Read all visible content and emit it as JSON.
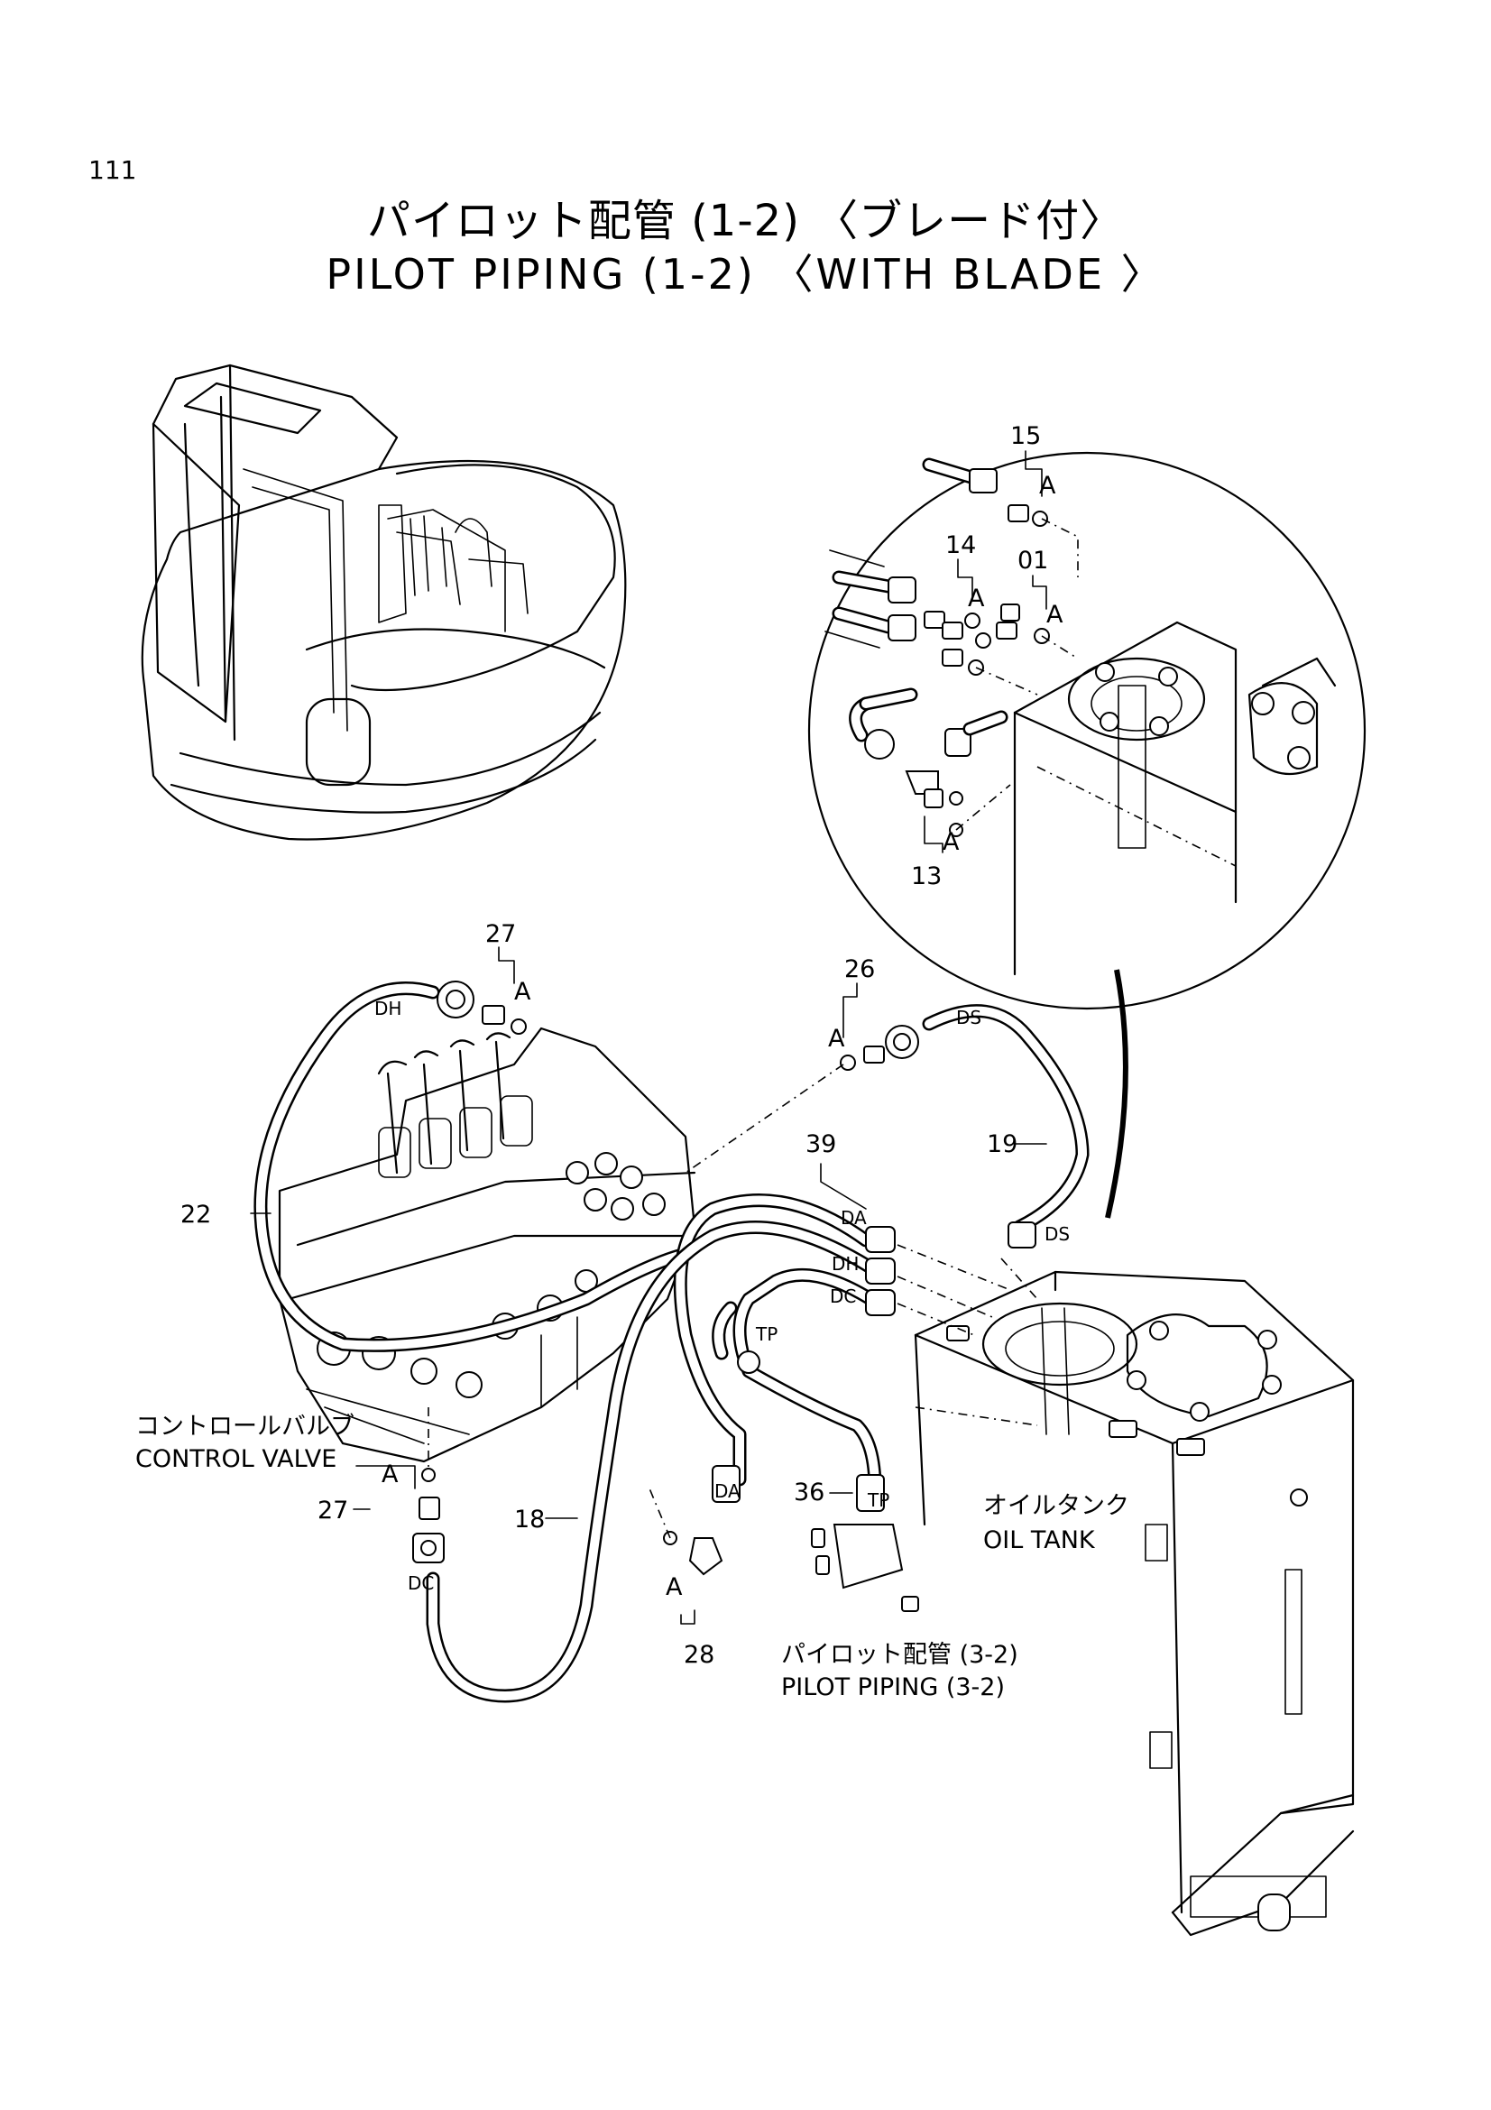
{
  "page_number": "111",
  "title_jp": "パイロット配管 (1-2) 〈ブレード付〉",
  "title_en": "PILOT PIPING (1-2) 〈WITH BLADE 〉",
  "callouts": {
    "p15": "15",
    "p14": "14",
    "p01": "01",
    "p13": "13",
    "p27_top": "27",
    "p26": "26",
    "p39": "39",
    "p19": "19",
    "p22": "22",
    "p27_bottom": "27",
    "p18": "18",
    "p28": "28",
    "p36": "36"
  },
  "group_marks": {
    "a_15": "A",
    "a_14": "A",
    "a_01": "A",
    "a_13": "A",
    "a_27_top": "A",
    "a_26": "A",
    "a_27_bottom": "A",
    "a_28": "A"
  },
  "hose_tags": {
    "dh_top": "DH",
    "ds_top": "DS",
    "ds_bottom": "DS",
    "da_tank": "DA",
    "dh_tank": "DH",
    "dc_tank": "DC",
    "tp_top": "TP",
    "da_bottom": "DA",
    "tp_bottom": "TP",
    "dc_bottom": "DC"
  },
  "labels": {
    "control_valve_jp": "コントロールバルブ",
    "control_valve_en": "CONTROL VALVE",
    "oil_tank_jp": "オイルタンク",
    "oil_tank_en": "OIL TANK",
    "pilot_piping_ref_jp": "パイロット配管 (3-2)",
    "pilot_piping_ref_en": "PILOT PIPING (3-2)"
  }
}
